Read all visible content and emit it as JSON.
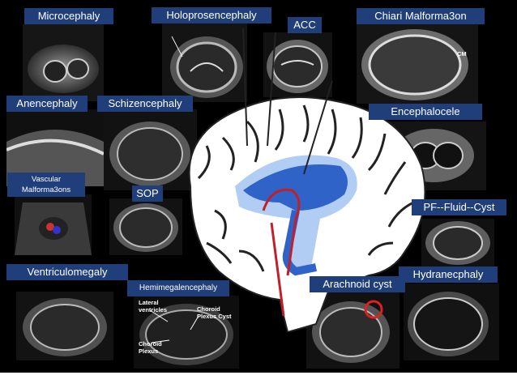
{
  "labels": {
    "microcephaly": "Microcephaly",
    "holoprosencephaly": "Holoprosencephaly",
    "acc": "ACC",
    "chiari": "Chiari   Malforma3on",
    "anencephaly": "Anencephaly",
    "schizencephaly": "Schizencephaly",
    "encephalocele": "Encephalocele",
    "vascular_line1": "Vascular",
    "vascular_line2": "Malforma3ons",
    "sop": "SOP",
    "pf_fluid_cyst": "PF--Fluid--Cyst",
    "ventriculomegaly": "Ventriculomegaly",
    "hemimegalencephaly": "Hemimegalencephaly",
    "arachnoid_cyst": "Arachnoid    cyst",
    "hydranencephaly": "Hydranecphaly"
  },
  "annotations": {
    "lateral_ventricles_1": "Lateral",
    "lateral_ventricles_2": "ventricles",
    "choroid_plexus_cyst_1": "Choroid",
    "choroid_plexus_cyst_2": "Plexus Cyst",
    "choroid_plexus_1": "Choroid",
    "choroid_plexus_2": "Plexus",
    "cm": "CM"
  },
  "colors": {
    "label_bg": "#1f3e7a",
    "ventricle_blue": "#2f63c8",
    "vessel_red": "#c0202a",
    "background": "#000000"
  }
}
